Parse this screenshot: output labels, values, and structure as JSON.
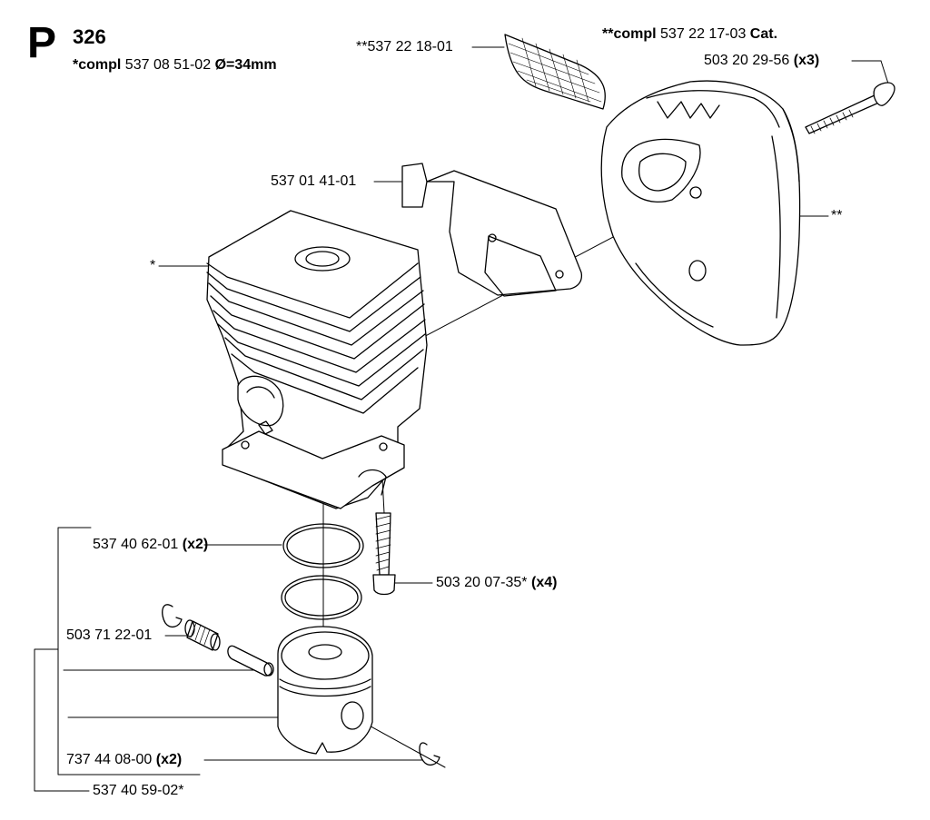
{
  "header": {
    "letter": "P",
    "model": "326",
    "cyl_prefix": "*compl",
    "cyl_part": "537 08 51-02",
    "cyl_dia": "Ø=34mm"
  },
  "muffler_kit": {
    "prefix": "**compl",
    "part": "537 22 17-03",
    "suffix": "Cat."
  },
  "labels": {
    "screen": "**537 22 18-01",
    "muffler_bolt": "503 20 29-56",
    "muffler_bolt_qty": "(x3)",
    "bracket": "537 01 41-01",
    "muffler": "**",
    "cylinder": "*",
    "rings": "537 40 62-01",
    "rings_qty": "(x2)",
    "cyl_bolt": "503 20 07-35*",
    "cyl_bolt_qty": "(x4)",
    "bearing": "503 71 22-01",
    "circlips": "737 44 08-00",
    "circlips_qty": "(x2)",
    "piston_kit": "537 40 59-02*"
  }
}
